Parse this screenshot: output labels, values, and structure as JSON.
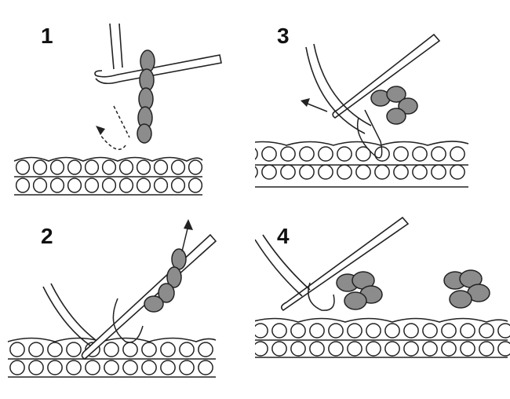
{
  "colors": {
    "ink": "#222222",
    "paper": "#ffffff",
    "accent_yarn": "#8c8c8c"
  },
  "panels": [
    {
      "step": "1",
      "icon": "crochet-chain-being-drawn-up-icon"
    },
    {
      "step": "2",
      "icon": "crochet-hook-inserted-behind-chain-icon"
    },
    {
      "step": "3",
      "icon": "crochet-loop-pulled-through-icon"
    },
    {
      "step": "4",
      "icon": "crochet-finished-pop-bobbles-icon"
    }
  ]
}
